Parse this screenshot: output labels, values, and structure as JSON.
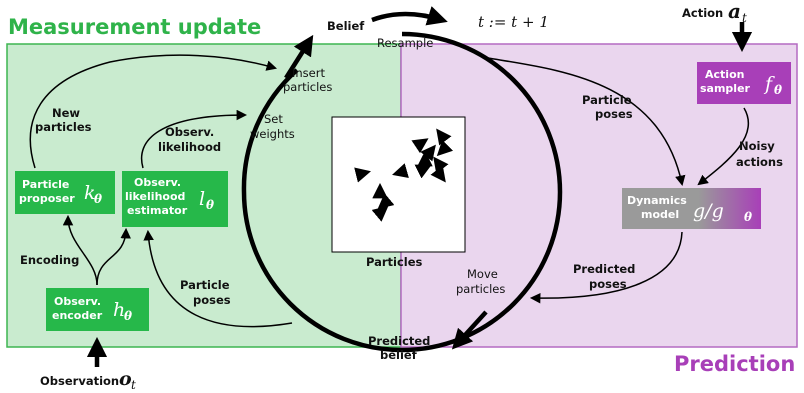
{
  "headers": {
    "measurement_update": "Measurement update",
    "prediction": "Prediction"
  },
  "colors": {
    "measurement_panel_bg": "#c9ebcf",
    "measurement_panel_border": "#3db551",
    "measurement_title": "#2fb34a",
    "prediction_panel_bg": "#ead6ee",
    "prediction_panel_border": "#b46ac2",
    "prediction_title": "#a83fb8",
    "green_box": "#26b84a",
    "purple_box": "#a83fb8",
    "gray_box": "#9a9a9a"
  },
  "cycle": {
    "belief": "Belief",
    "time_update": "t := t + 1",
    "resample": "Resample",
    "insert_particles_1": "Insert",
    "insert_particles_2": "particles",
    "set_weights_1": "Set",
    "set_weights_2": "weights",
    "move_particles_1": "Move",
    "move_particles_2": "particles",
    "predicted_belief_1": "Predicted",
    "predicted_belief_2": "belief"
  },
  "measurement": {
    "new_particles_1": "New",
    "new_particles_2": "particles",
    "observ_likelihood_1": "Observ.",
    "observ_likelihood_2": "likelihood",
    "encoding": "Encoding",
    "particle_poses_1": "Particle",
    "particle_poses_2": "poses",
    "particle_proposer": {
      "line1": "Particle",
      "line2": "proposer",
      "symbol": "k",
      "sub": "θ"
    },
    "likelihood_estimator": {
      "line1": "Observ.",
      "line2": "likelihood",
      "line3": "estimator",
      "symbol": "l",
      "sub": "θ"
    },
    "observ_encoder": {
      "line1": "Observ.",
      "line2": "encoder",
      "symbol": "h",
      "sub": "θ"
    },
    "observation_label": "Observation",
    "observation_symbol": "o",
    "observation_sub": "t"
  },
  "prediction": {
    "action_label": "Action",
    "action_symbol": "a",
    "action_sub": "t",
    "action_sampler": {
      "line1": "Action",
      "line2": "sampler",
      "symbol": "f",
      "sub": "θ"
    },
    "particle_poses_1": "Particle",
    "particle_poses_2": "poses",
    "noisy_actions_1": "Noisy",
    "noisy_actions_2": "actions",
    "dynamics_model": {
      "line1": "Dynamics",
      "line2": "model",
      "symbol": "g/g",
      "sub": "θ"
    },
    "predicted_poses_1": "Predicted",
    "predicted_poses_2": "poses"
  },
  "particles_caption": "Particles"
}
